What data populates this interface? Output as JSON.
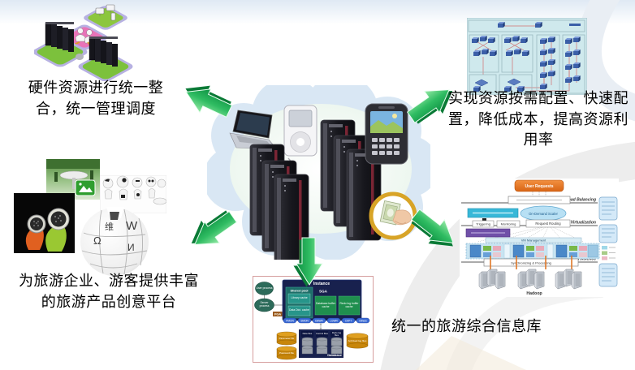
{
  "captions": {
    "top_left": "硬件资源进行统一整合，统一管理调度",
    "top_right": "实现资源按需配置、快速配置，降低成本，提高资源利用率",
    "bottom_left": "为旅游企业、游客提供丰富的旅游产品创意平台",
    "bottom_center": "统一的旅游综合信息库"
  },
  "oracle": {
    "instance": "Instance",
    "shared_pool": "Shared pool",
    "library_cache": "Library cache",
    "data_dict_cache": "Data Dict. cache",
    "sga": "SGA",
    "db_buffer_cache": "Database buffer cache",
    "redo_buffer_cache": "Redo log buffer cache",
    "processes": [
      "PMON",
      "SMON",
      "DBWR",
      "LGWR",
      "CKPT",
      "Others"
    ],
    "user_process": "User process",
    "server_process": "Server process",
    "pga": "PGA",
    "parameter_file": "Parameter file",
    "password_file": "Password file",
    "archived_log_files": "Archived log files",
    "data_files": "Data files",
    "control_files": "Control files",
    "redo_log_files": "Redo log files",
    "database": "Database"
  },
  "arch": {
    "user_requests": "User Requests",
    "on_demand_scaler": "On-Demand Scaler",
    "triggering": "Triggering",
    "monitoring": "Monitoring",
    "request_routing": "Request Routing",
    "vm_management": "VM Management",
    "sync_processing": "Synchronizing & Processing",
    "load_balancing": "Load Balancing",
    "virtualization": "Virtualization",
    "persistence": "Persistence",
    "hadoop": "Hadoop"
  },
  "wiki": {
    "glyphs": [
      "W",
      "Ω",
      "И",
      "维"
    ]
  },
  "colors": {
    "arrow_green": "#17a24b",
    "cloud_blue": "#d9e7f4",
    "navy": "#18214e",
    "teal": "#1d6e68",
    "sga_green": "#1f8f4e",
    "gold": "#c8860a",
    "orange_box": "#e87420"
  }
}
